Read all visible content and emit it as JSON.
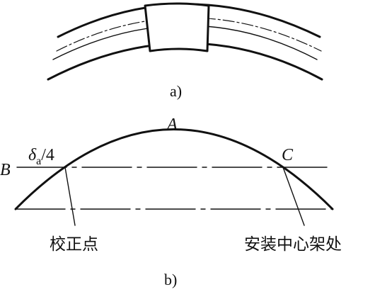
{
  "figure_a": {
    "caption": "a)"
  },
  "figure_b": {
    "caption": "b)",
    "point_A": "A",
    "line_B": "B",
    "point_C": "C",
    "delta_label": {
      "symbol": "δ",
      "subscript": "a",
      "suffix": "/4"
    },
    "correction_point": "校正点",
    "center_frame_location": "安装中心架处"
  },
  "colors": {
    "stroke": "#111111",
    "background": "#ffffff"
  }
}
